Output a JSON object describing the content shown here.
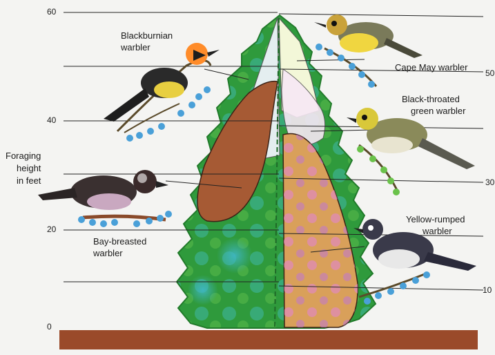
{
  "axis": {
    "title_lines": [
      "Foraging",
      "height",
      "in feet"
    ],
    "left_ticks": [
      "60",
      "40",
      "20",
      "0"
    ],
    "right_ticks": [
      "50",
      "30",
      "10"
    ]
  },
  "birds": {
    "blackburnian": [
      "Blackburnian",
      "warbler"
    ],
    "cape_may": [
      "Cape May warbler"
    ],
    "black_throated_green": [
      "Black-throated",
      "green warbler"
    ],
    "yellow_rumped": [
      "Yellow-rumped",
      "warbler"
    ],
    "bay_breasted": [
      "Bay-breasted",
      "warbler"
    ]
  },
  "colors": {
    "foliage": "#2f9a3c",
    "foliage_light": "#6cc25a",
    "trunk": "#7a3a20",
    "ground": "#9a4a2a",
    "zone_brown": "#a65a34",
    "zone_orange": "#d9a05a",
    "zone_pink": "#d98aa8",
    "zone_pale": "#f3f7d8",
    "zone_blue": "#c5ddf0"
  }
}
